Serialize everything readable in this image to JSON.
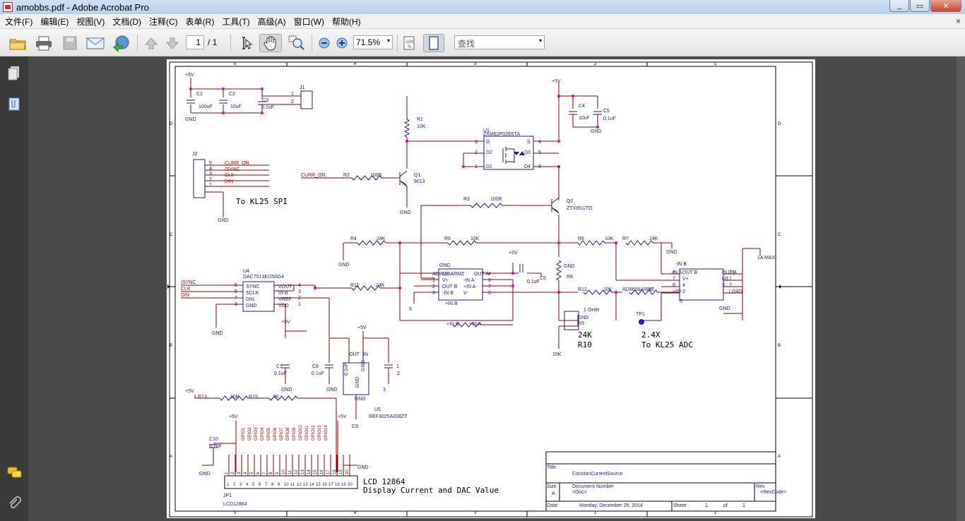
{
  "window": {
    "title": "amobbs.pdf - Adobe Acrobat Pro",
    "controls": [
      "_",
      "▭",
      "✕"
    ]
  },
  "menu": [
    "文件(F)",
    "编辑(E)",
    "视图(V)",
    "文档(D)",
    "注释(C)",
    "表单(R)",
    "工具(T)",
    "高级(A)",
    "窗口(W)",
    "帮助(H)"
  ],
  "menu_close": "×",
  "toolbar": {
    "page_current": "1",
    "page_total": "/ 1",
    "zoom": "71.5%",
    "find_placeholder": "查找",
    "dropdown_arrow": "▾"
  },
  "icons": [
    "folder-open-icon",
    "print-icon",
    "save-icon",
    "email-icon",
    "collaborate-icon",
    "prev-page-icon",
    "next-page-icon",
    "select-text-icon",
    "hand-tool-icon",
    "zoom-marquee-icon",
    "zoom-out-icon",
    "zoom-in-icon",
    "fit-page-icon",
    "single-page-icon",
    "pages-panel-icon",
    "attachments-panel-icon",
    "comments-icon",
    "attach-icon"
  ],
  "schematic": {
    "frame": {
      "cols_top": [
        "5",
        "4",
        "3",
        "2",
        "1"
      ],
      "cols_bottom": [
        "5",
        "4",
        "3",
        "2",
        "1"
      ],
      "rows_left": [
        "D",
        "C",
        "B",
        "A"
      ],
      "rows_right": [
        "D",
        "C",
        "B",
        "A"
      ]
    },
    "labels": [
      {
        "t": "+5V"
      },
      {
        "t": "C1"
      },
      {
        "t": "100uF"
      },
      {
        "t": "C2"
      },
      {
        "t": "10uF"
      },
      {
        "t": "C3"
      },
      {
        "t": "0.1uF"
      },
      {
        "t": "GND"
      },
      {
        "t": "J1"
      },
      {
        "t": "1"
      },
      {
        "t": "2"
      },
      {
        "t": "J2"
      },
      {
        "t": "5"
      },
      {
        "t": "4"
      },
      {
        "t": "3"
      },
      {
        "t": "2"
      },
      {
        "t": "1"
      },
      {
        "t": "CURR_ON"
      },
      {
        "t": "/SYNC"
      },
      {
        "t": "CLK"
      },
      {
        "t": "DIN"
      },
      {
        "t": "To KL25 SPI"
      },
      {
        "t": "GND"
      },
      {
        "t": "R1"
      },
      {
        "t": "10K"
      },
      {
        "t": "U1"
      },
      {
        "t": "ZXM62P02E6TA"
      },
      {
        "t": "G"
      },
      {
        "t": "S"
      },
      {
        "t": "D2"
      },
      {
        "t": "D3"
      },
      {
        "t": "D1"
      },
      {
        "t": "D4"
      },
      {
        "t": "3"
      },
      {
        "t": "4"
      },
      {
        "t": "2"
      },
      {
        "t": "5"
      },
      {
        "t": "1"
      },
      {
        "t": "6"
      },
      {
        "t": "+5V"
      },
      {
        "t": "C4"
      },
      {
        "t": "10uF"
      },
      {
        "t": "C5"
      },
      {
        "t": "0.1uF"
      },
      {
        "t": "GND"
      },
      {
        "t": "CURR_ON"
      },
      {
        "t": "R2"
      },
      {
        "t": "100R"
      },
      {
        "t": "Q1"
      },
      {
        "t": "9013"
      },
      {
        "t": "GND"
      },
      {
        "t": "R3"
      },
      {
        "t": "100R"
      },
      {
        "t": "Q2"
      },
      {
        "t": "ZTX851/TO"
      },
      {
        "t": "R4"
      },
      {
        "t": "24K"
      },
      {
        "t": "R5"
      },
      {
        "t": "10K"
      },
      {
        "t": "R6"
      },
      {
        "t": "10K"
      },
      {
        "t": "R7"
      },
      {
        "t": "24K"
      },
      {
        "t": "GND"
      },
      {
        "t": "GND"
      },
      {
        "t": "GND"
      },
      {
        "t": "U2"
      },
      {
        "t": "OUT A"
      },
      {
        "t": "V+"
      },
      {
        "t": "-IN A"
      },
      {
        "t": "OUT B"
      },
      {
        "t": "+IN A"
      },
      {
        "t": "-IN B"
      },
      {
        "t": "V-"
      },
      {
        "t": "+IN B"
      },
      {
        "t": "AD8656ARMZ"
      },
      {
        "t": "1"
      },
      {
        "t": "2"
      },
      {
        "t": "3"
      },
      {
        "t": "4"
      },
      {
        "t": "8"
      },
      {
        "t": "7"
      },
      {
        "t": "6"
      },
      {
        "t": "5"
      },
      {
        "t": "+5V"
      },
      {
        "t": "C5"
      },
      {
        "t": "0.1uF"
      },
      {
        "t": "GND"
      },
      {
        "t": "R8"
      },
      {
        "t": "1 OHM"
      },
      {
        "t": "GND"
      },
      {
        "t": "R9"
      },
      {
        "t": "24K"
      },
      {
        "t": "R10"
      },
      {
        "t": "10K"
      },
      {
        "t": "R11"
      },
      {
        "t": "24K"
      },
      {
        "t": "R12"
      },
      {
        "t": "10K"
      },
      {
        "t": "AD8656ARMZ"
      },
      {
        "t": "V-"
      },
      {
        "t": "+IN B"
      },
      {
        "t": "+IN A"
      },
      {
        "t": "-IN B"
      },
      {
        "t": "-IN A"
      },
      {
        "t": "OUT B"
      },
      {
        "t": "OUT A"
      },
      {
        "t": "V+"
      },
      {
        "t": "U3"
      },
      {
        "t": "4"
      },
      {
        "t": "3"
      },
      {
        "t": "2"
      },
      {
        "t": "1"
      },
      {
        "t": "5"
      },
      {
        "t": "6"
      },
      {
        "t": "7"
      },
      {
        "t": "8"
      },
      {
        "t": "+5V"
      },
      {
        "t": "J3"
      },
      {
        "t": "1"
      },
      {
        "t": "2"
      },
      {
        "t": "LOAD"
      },
      {
        "t": "1A MAX"
      },
      {
        "t": "GND"
      },
      {
        "t": "TP1"
      },
      {
        "t": "2.4X"
      },
      {
        "t": "To KL25 ADC"
      },
      {
        "t": "U4"
      },
      {
        "t": "DAC7513E/250G4"
      },
      {
        "t": "/SYNC"
      },
      {
        "t": "CLK"
      },
      {
        "t": "DIN"
      },
      {
        "t": "SYNC"
      },
      {
        "t": "SCLK"
      },
      {
        "t": "DIN"
      },
      {
        "t": "GND"
      },
      {
        "t": "VOUT"
      },
      {
        "t": "VFB"
      },
      {
        "t": "VREF"
      },
      {
        "t": "VDD"
      },
      {
        "t": "5"
      },
      {
        "t": "6"
      },
      {
        "t": "7"
      },
      {
        "t": "8"
      },
      {
        "t": "4"
      },
      {
        "t": "3"
      },
      {
        "t": "2"
      },
      {
        "t": "1"
      },
      {
        "t": "GND"
      },
      {
        "t": "+5V"
      },
      {
        "t": "C7"
      },
      {
        "t": "0.1uF"
      },
      {
        "t": "GND"
      },
      {
        "t": "C8"
      },
      {
        "t": "0.1uF"
      },
      {
        "t": "GND"
      },
      {
        "t": "+5V"
      },
      {
        "t": "1"
      },
      {
        "t": "2"
      },
      {
        "t": "3"
      },
      {
        "t": "OUT"
      },
      {
        "t": "IN"
      },
      {
        "t": "GND"
      },
      {
        "t": "C9"
      },
      {
        "t": "0.1uF"
      },
      {
        "t": "GND"
      },
      {
        "t": "GND"
      },
      {
        "t": "U5"
      },
      {
        "t": "REF3025AIDBZT"
      },
      {
        "t": "+5V"
      },
      {
        "t": "R13"
      },
      {
        "t": "10K"
      },
      {
        "t": "R15"
      },
      {
        "t": "2K"
      },
      {
        "t": "+5V"
      },
      {
        "t": "+5V"
      },
      {
        "t": "C10"
      },
      {
        "t": "0.1uF"
      },
      {
        "t": "GND"
      },
      {
        "t": "GND"
      },
      {
        "t": "JP1"
      },
      {
        "t": "LCD12864"
      },
      {
        "t": "LCD 12864"
      },
      {
        "t": "Display Current and DAC Value"
      },
      {
        "t": "Title"
      },
      {
        "t": "ConstanCurrentSource"
      },
      {
        "t": "Size"
      },
      {
        "t": "A"
      },
      {
        "t": "Document Number"
      },
      {
        "t": "<Doc>"
      },
      {
        "t": "Rev"
      },
      {
        "t": "<RevCode>"
      },
      {
        "t": "Date:"
      },
      {
        "t": "Monday, December 29, 2014"
      },
      {
        "t": "Sheet"
      },
      {
        "t": "1"
      },
      {
        "t": "of"
      },
      {
        "t": "1"
      }
    ],
    "lcd_pins": [
      "1",
      "2",
      "3",
      "4",
      "5",
      "6",
      "7",
      "8",
      "9",
      "10",
      "11",
      "12",
      "13",
      "14",
      "15",
      "16",
      "17",
      "18",
      "19",
      "20"
    ],
    "lcd_gpio": [
      "GPIO1",
      "GPIO2",
      "GPIO3",
      "GPIO4",
      "GPIO5",
      "GPIO6",
      "GPIO7",
      "GPIO8",
      "GPIO9",
      "GPIO10",
      "GPIO11",
      "GPIO12",
      "GPIO13",
      "GPIO14"
    ]
  }
}
